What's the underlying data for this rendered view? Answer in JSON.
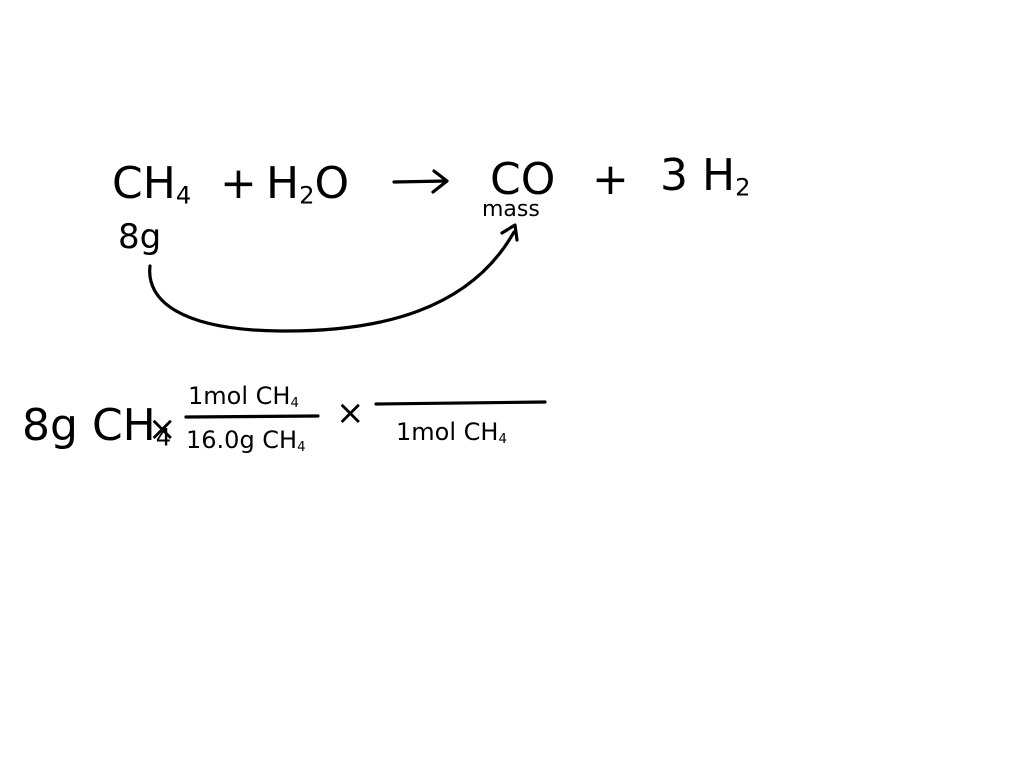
{
  "equation": {
    "reactant_1": "CH",
    "reactant_1_sub": "4",
    "plus_1": "+",
    "reactant_2_a": "H",
    "reactant_2_sub": "2",
    "reactant_2_b": "O",
    "product_1": "CO",
    "plus_2": "+",
    "product_2_coef": "3",
    "product_2": "H",
    "product_2_sub": "2"
  },
  "annotations": {
    "given_mass": "8g",
    "unknown_label": "mass"
  },
  "conversion": {
    "start_value": "8g",
    "start_species": "CH",
    "start_sub": "4",
    "times_1": "×",
    "f1_numerator": "1mol CH",
    "f1_numerator_sub": "4",
    "f1_denominator": "16.0g CH",
    "f1_denominator_sub": "4",
    "times_2": "×",
    "f2_numerator": "",
    "f2_denominator": "1mol CH",
    "f2_denominator_sub": "4"
  },
  "colors": {
    "ink": "#000000",
    "background": "#ffffff"
  }
}
